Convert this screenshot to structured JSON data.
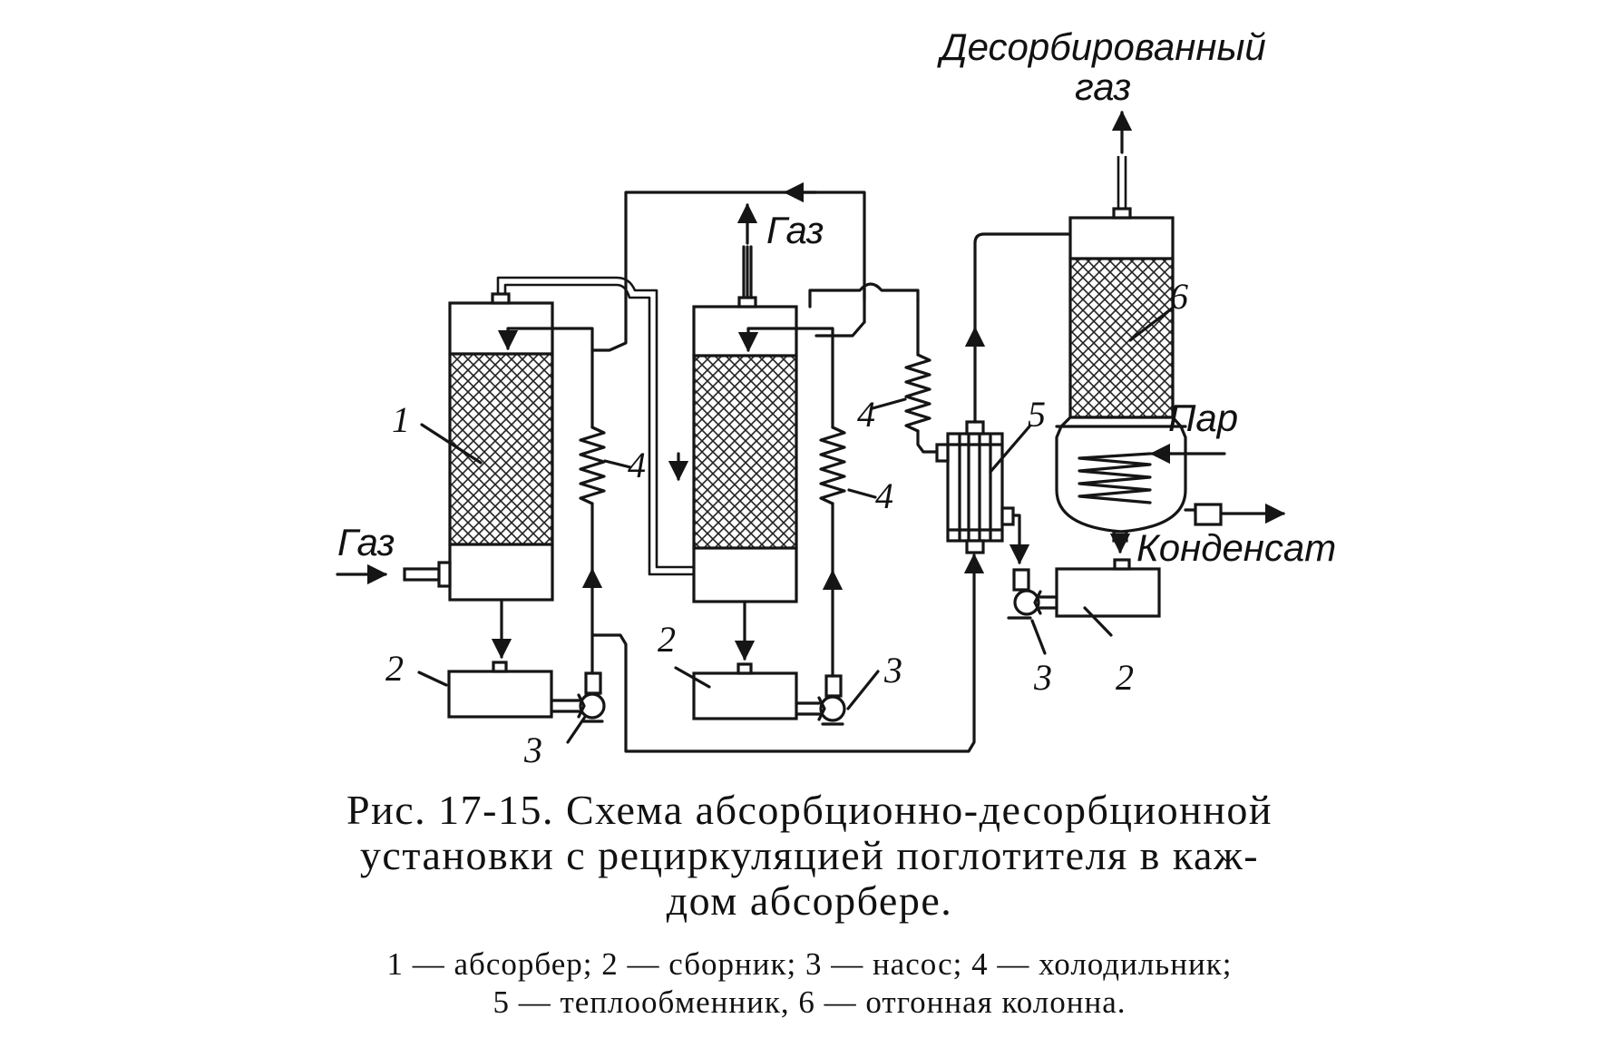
{
  "labels": {
    "desorbed_gas_line1": "Десорбированный",
    "desorbed_gas_line2": "газ",
    "gas_out": "Газ",
    "gas_in": "Газ",
    "steam": "Пар",
    "condensate": "Конденсат"
  },
  "callouts": {
    "absorber": "1",
    "collector": "2",
    "pump": "3",
    "cooler": "4",
    "heat_exchanger": "5",
    "stripping_column": "6"
  },
  "caption": {
    "line1": "Рис. 17-15. Схема абсорбционно-десорбционной",
    "line2": "установки с рециркуляцией поглотителя в каж-",
    "line3": "дом абсорбере."
  },
  "legend": {
    "line1": "1 — абсорбер; 2 — сборник; 3 — насос; 4 — холодильник;",
    "line2": "5 — теплообменник, 6 — отгонная колонна."
  }
}
